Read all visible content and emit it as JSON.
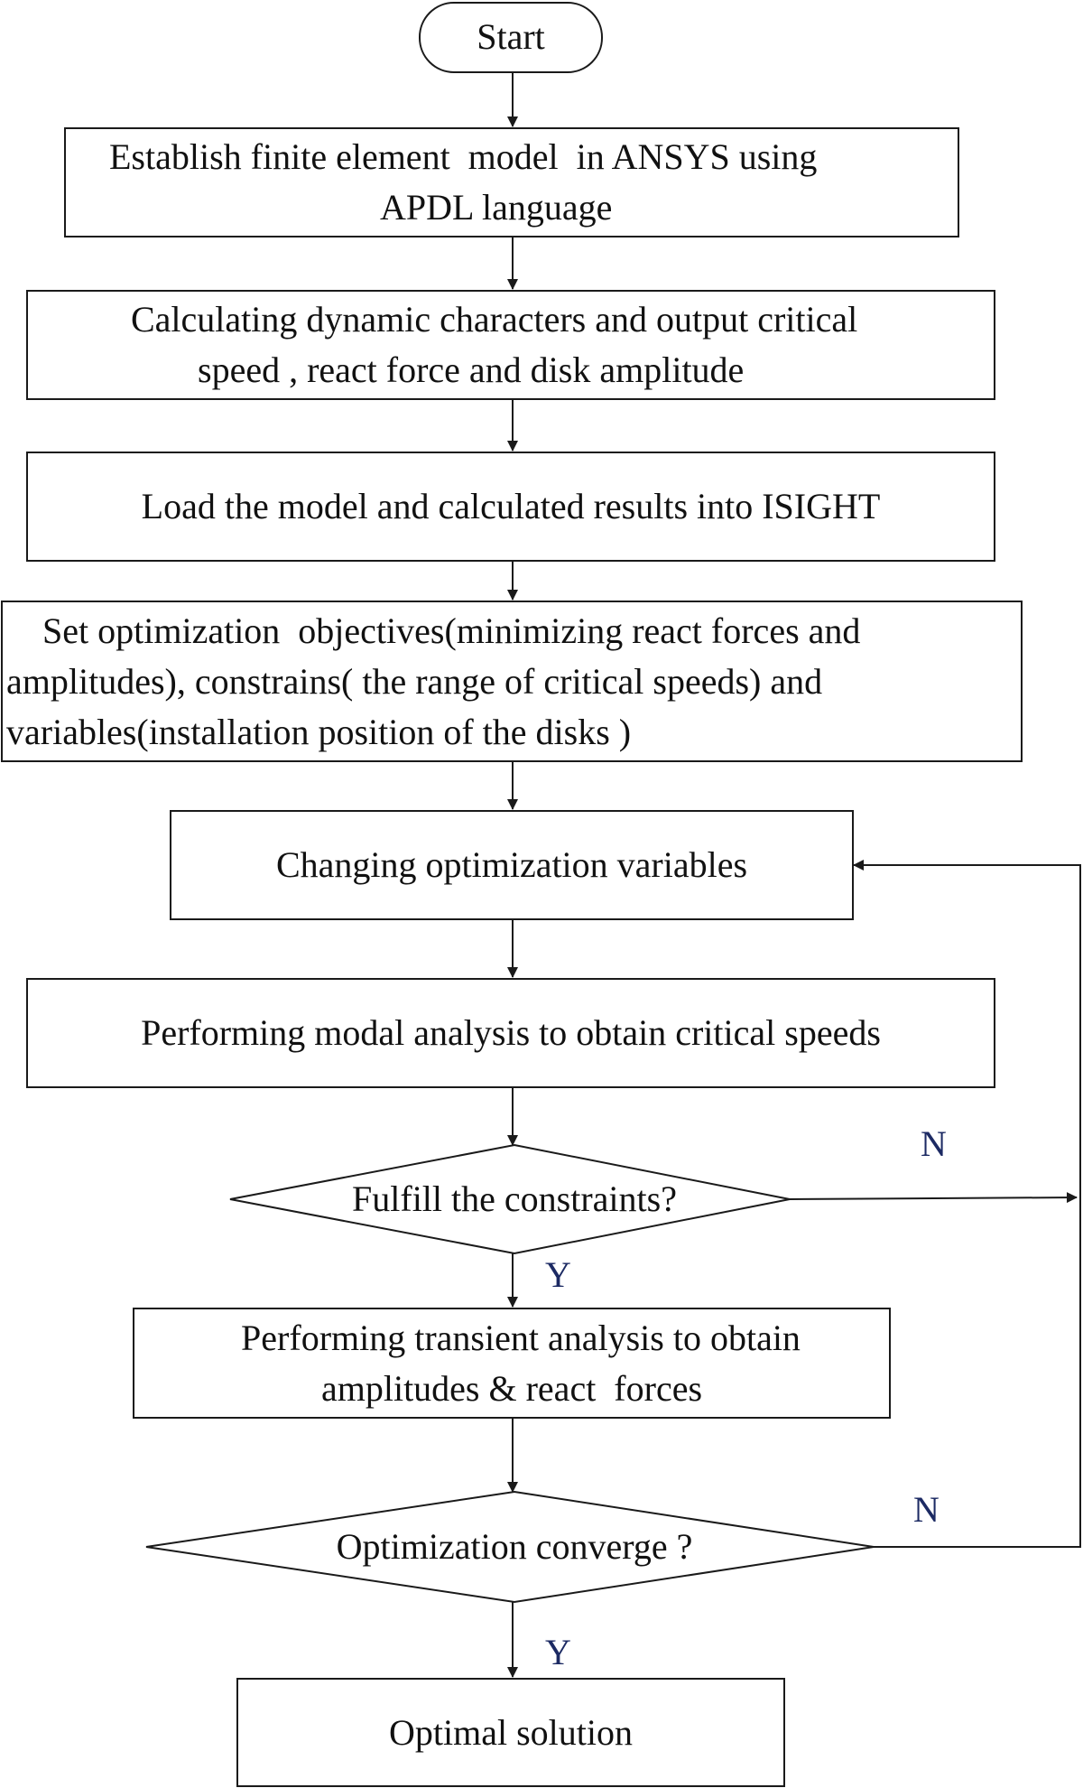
{
  "nodes": {
    "start": "Start",
    "establish": {
      "lines": [
        "    Establish finite element  model  in ANSYS using",
        "APDL language"
      ]
    },
    "calculating": {
      "lines": [
        "    Calculating dynamic characters and output critical",
        "speed , react force and disk amplitude"
      ]
    },
    "load": "Load the model and calculated results into ISIGHT",
    "set": {
      "lines": [
        "    Set optimization  objectives(minimizing react forces and",
        "amplitudes), constrains( the range of critical speeds) and",
        "variables(installation position of the disks )"
      ]
    },
    "changing": "Changing optimization variables",
    "modal": "Performing modal analysis to obtain critical speeds",
    "fulfill": "Fulfill the constraints?",
    "transient": {
      "lines": [
        "  Performing transient analysis to obtain",
        "amplitudes & react  forces"
      ]
    },
    "converge": "Optimization converge ?",
    "optimal": "Optimal solution"
  },
  "labels": {
    "fulfill_yes": "Y",
    "fulfill_no": "N",
    "converge_yes": "Y",
    "converge_no": "N"
  },
  "colors": {
    "line": "#1a1a1a",
    "branch_label": "#1c2a63"
  }
}
